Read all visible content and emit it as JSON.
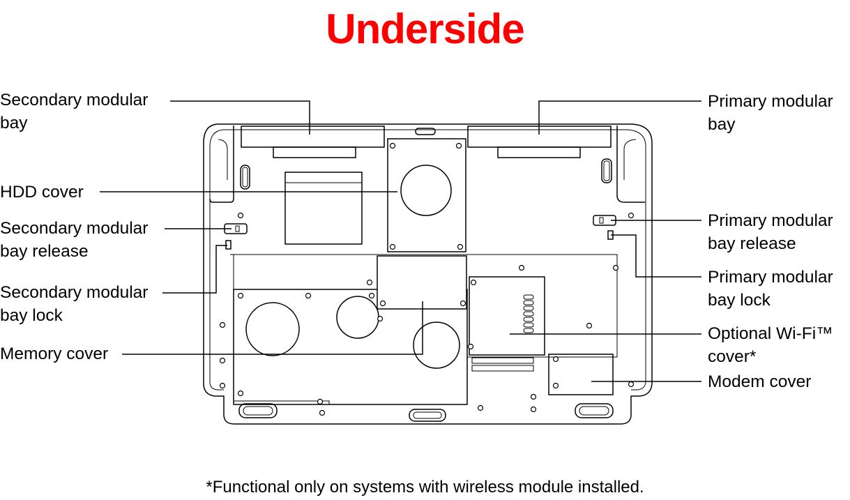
{
  "title": "Underside",
  "labels": {
    "secondary_bay": [
      "Secondary modular",
      "bay"
    ],
    "hdd_cover": [
      "HDD cover"
    ],
    "secondary_release": [
      "Secondary modular",
      "bay release"
    ],
    "secondary_lock": [
      "Secondary modular",
      "bay lock"
    ],
    "memory_cover": [
      "Memory cover"
    ],
    "primary_bay": [
      "Primary modular",
      "bay"
    ],
    "primary_release": [
      "Primary modular",
      "bay release"
    ],
    "primary_lock": [
      "Primary modular",
      "bay lock"
    ],
    "wifi_cover": [
      "Optional Wi-Fi™",
      "cover*"
    ],
    "modem_cover": [
      "Modem cover"
    ]
  },
  "footnote": "*Functional only on systems with wireless module installed.",
  "colors": {
    "title": "#ff0000",
    "line": "#000000"
  }
}
